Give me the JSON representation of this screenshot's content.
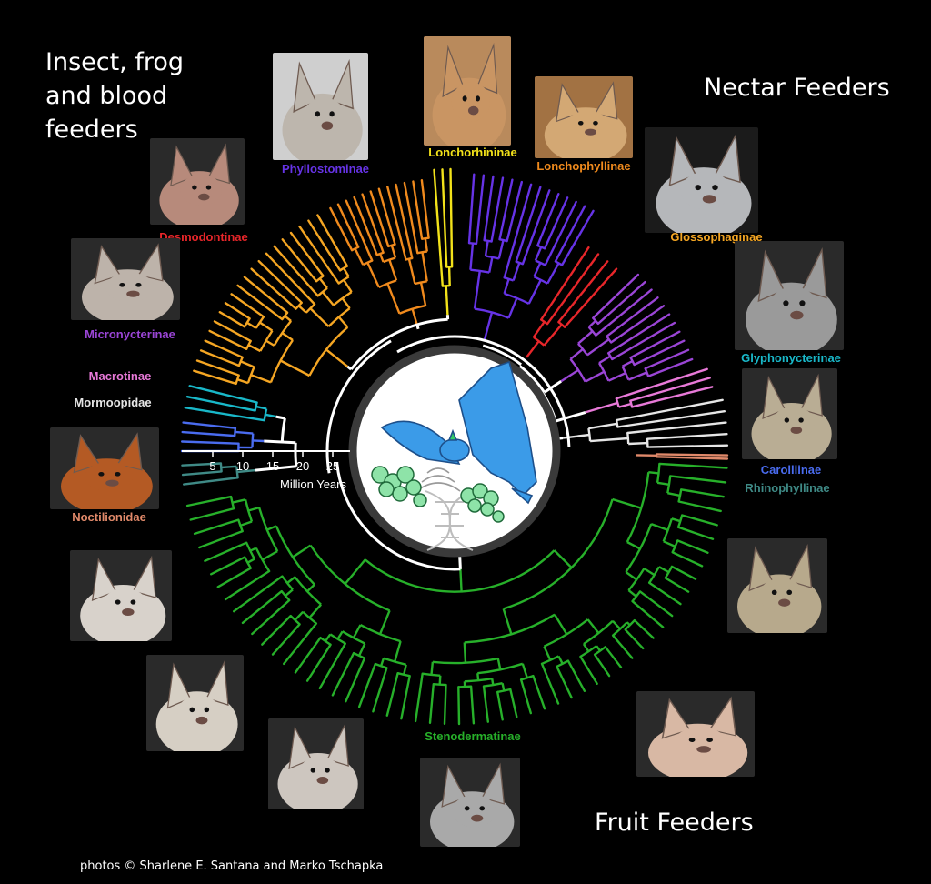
{
  "headings": {
    "insect": [
      "Insect, frog",
      "and blood",
      "feeders"
    ],
    "nectar": "Nectar Feeders",
    "fruit": "Fruit Feeders"
  },
  "credit": "photos © Sharlene E. Santana and Marko Tschapka",
  "axis": {
    "ticks": [
      "5",
      "10",
      "15",
      "20",
      "25"
    ],
    "label": "Million Years"
  },
  "clades": [
    {
      "id": "phyllostominae",
      "label": "Phyllostominae",
      "color": "#6633e6"
    },
    {
      "id": "lonchorhininae",
      "label": "Lonchorhininae",
      "color": "#f2e21a"
    },
    {
      "id": "lonchophyllinae",
      "label": "Lonchophyllinae",
      "color": "#f08a1d"
    },
    {
      "id": "glossophaginae",
      "label": "Glossophaginae",
      "color": "#f5a623"
    },
    {
      "id": "glyphonycterinae",
      "label": "Glyphonycterinae",
      "color": "#19b8c9"
    },
    {
      "id": "carolliinae",
      "label": "Carolliinae",
      "color": "#4a6cf0"
    },
    {
      "id": "rhinophyllinae",
      "label": "Rhinophyllinae",
      "color": "#3f8a86"
    },
    {
      "id": "stenodermatinae",
      "label": "Stenodermatinae",
      "color": "#27b02a"
    },
    {
      "id": "noctilionidae",
      "label": "Noctilionidae",
      "color": "#e0896a"
    },
    {
      "id": "mormoopidae",
      "label": "Mormoopidae",
      "color": "#e6e6e6"
    },
    {
      "id": "macrotinae",
      "label": "Macrotinae",
      "color": "#e879d8"
    },
    {
      "id": "micronycterinae",
      "label": "Micronycterinae",
      "color": "#9a45d6"
    },
    {
      "id": "desmodontinae",
      "label": "Desmodontinae",
      "color": "#e8262a"
    }
  ]
}
